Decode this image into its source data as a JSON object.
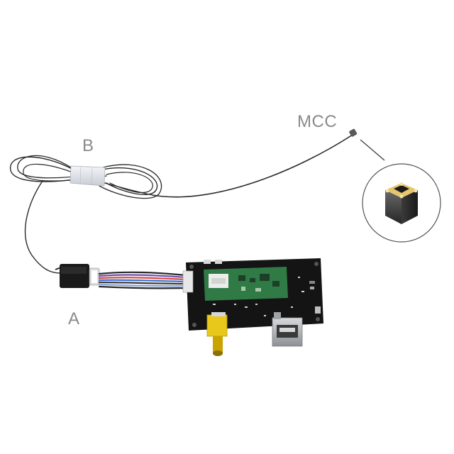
{
  "labels": {
    "mcc": "MCC",
    "b": "B",
    "a": "A"
  },
  "colors": {
    "background": "#ffffff",
    "label_text": "#8a8a8a",
    "cable": "#2a2a2a",
    "pcb": "#141414",
    "daughter_board": "#2f7a45",
    "rca_jack": "#e8c81a",
    "usb_metal": "#b9bcc0",
    "sleeve": "#dfe3ea",
    "chip_gold": "#e4c06a"
  }
}
